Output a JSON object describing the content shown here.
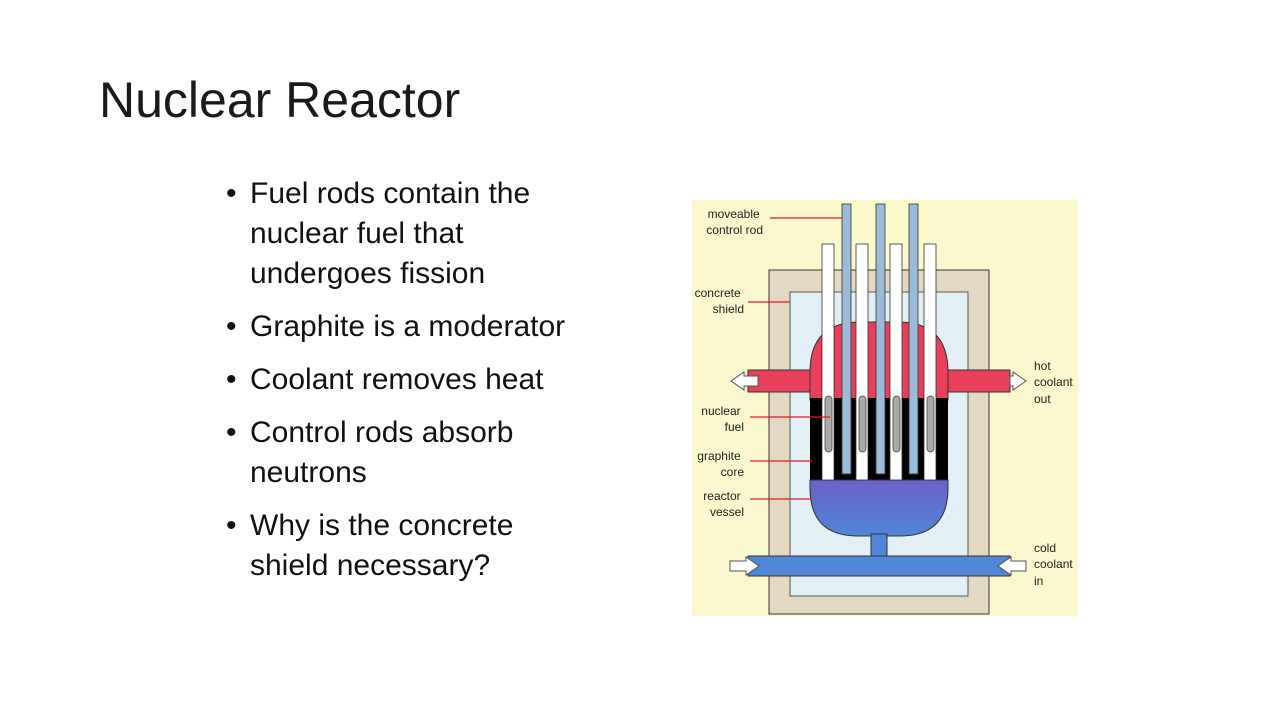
{
  "slide": {
    "title": "Nuclear Reactor",
    "bullets": [
      {
        "lines": [
          "Fuel rods contain the",
          "nuclear fuel that",
          "undergoes fission"
        ]
      },
      {
        "lines": [
          "Graphite is a moderator"
        ]
      },
      {
        "lines": [
          "Coolant removes heat"
        ]
      },
      {
        "lines": [
          "Control rods absorb",
          "neutrons"
        ]
      },
      {
        "lines": [
          "Why is the concrete",
          "shield necessary?"
        ]
      }
    ],
    "bullet_glyph": "•"
  },
  "diagram": {
    "labels": {
      "control_rod": [
        "moveable",
        "control rod"
      ],
      "concrete_shield": [
        "concrete",
        "shield"
      ],
      "nuclear_fuel": [
        "nuclear",
        "fuel"
      ],
      "graphite_core": [
        "graphite",
        "core"
      ],
      "reactor_vessel": [
        "reactor",
        "vessel"
      ],
      "hot_coolant": [
        "hot",
        "coolant",
        "out"
      ],
      "cold_coolant": [
        "cold",
        "coolant",
        "in"
      ]
    },
    "colors": {
      "background": "#fcf8cd",
      "concrete": "#e3d8c1",
      "inner_chamber": "#e2f0f6",
      "hot_coolant": "#e8405a",
      "cold_coolant": "#4f86d8",
      "graphite": "#000000",
      "control_rod": "#9bbbd8",
      "leader_line": "#e01b24"
    }
  }
}
